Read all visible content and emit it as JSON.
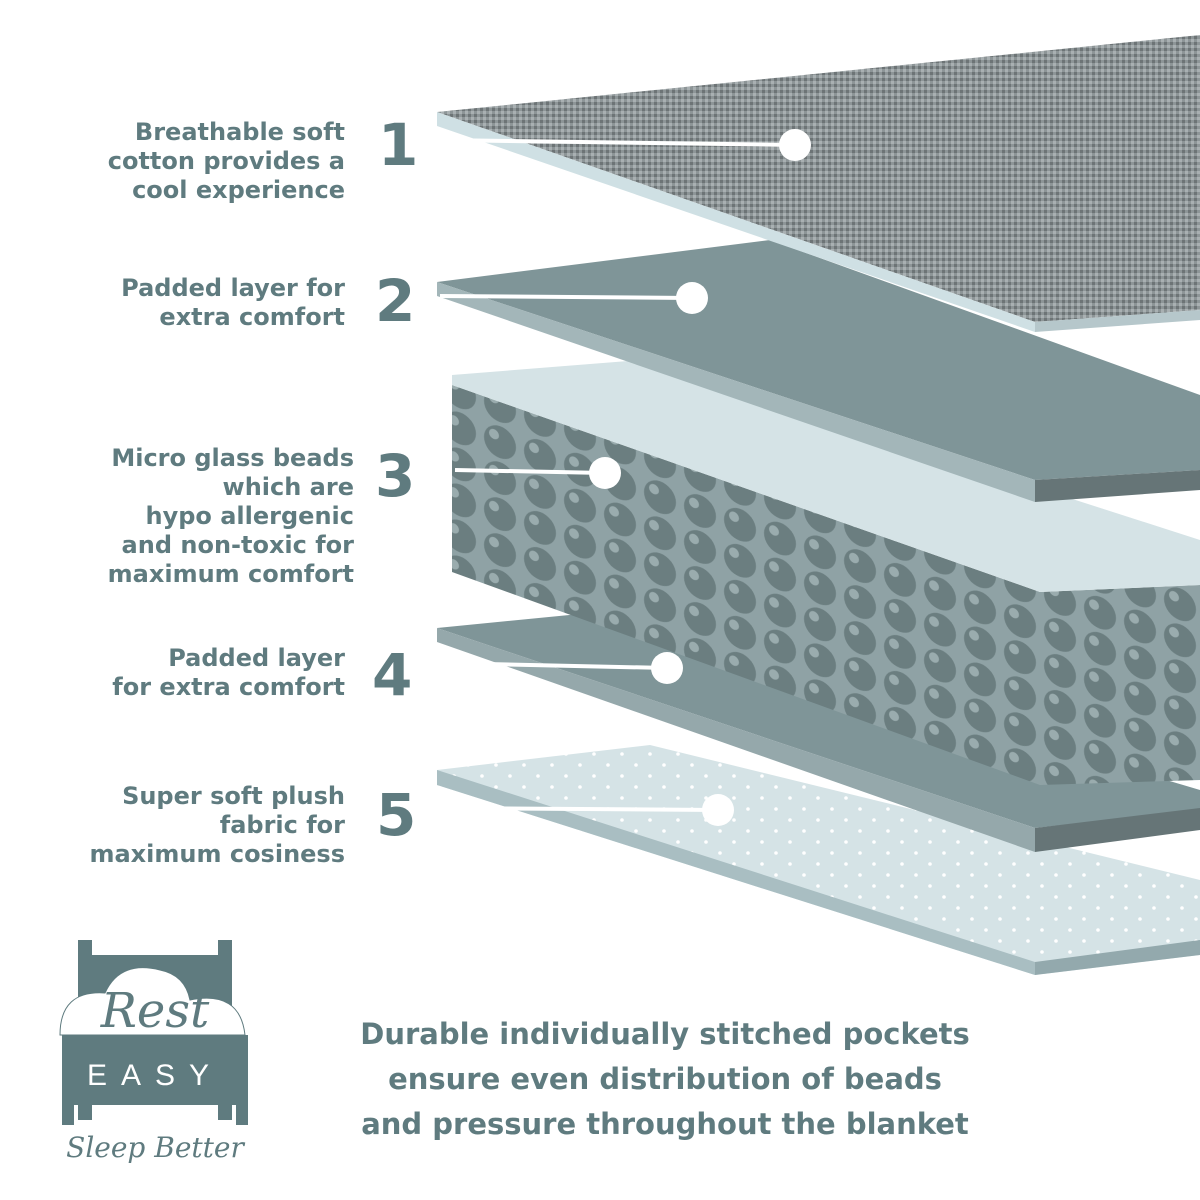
{
  "layers": [
    {
      "number": "1",
      "text": "Breathable soft\ncotton provides a\ncool experience"
    },
    {
      "number": "2",
      "text": "Padded layer for\nextra comfort"
    },
    {
      "number": "3",
      "text": "Micro glass beads\nwhich are\nhypo allergenic\nand non-toxic for\nmaximum comfort"
    },
    {
      "number": "4",
      "text": "Padded layer\nfor extra comfort"
    },
    {
      "number": "5",
      "text": "Super soft plush\nfabric for\nmaximum cosiness"
    }
  ],
  "footer": "Durable individually stitched pockets\nensure even distribution of beads\nand pressure throughout the blanket",
  "logo": {
    "line1": "Rest",
    "line2": "EASY",
    "line3": "Sleep Better"
  },
  "colors": {
    "brand": "#5f7b7f",
    "light": "#d5e3e6",
    "mid": "#8fa2a5"
  }
}
